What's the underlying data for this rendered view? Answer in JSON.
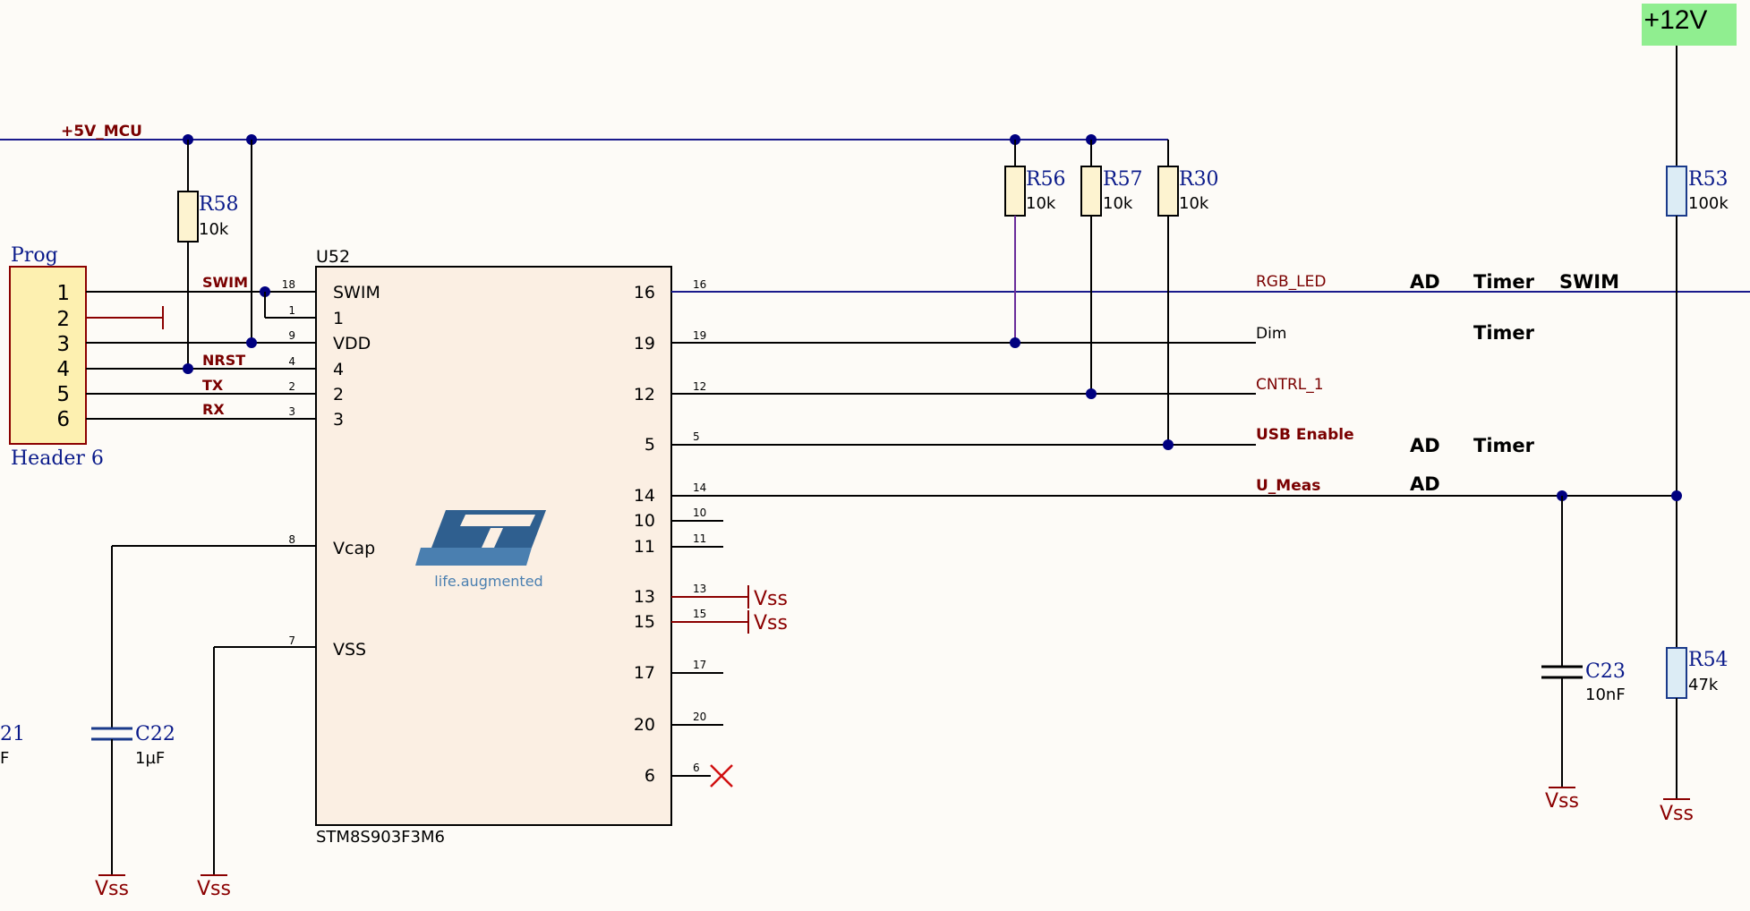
{
  "power": {
    "v12_label": "+12V",
    "mcu_rail_label": "+5V_MCU",
    "vss": "Vss"
  },
  "header": {
    "refdes": "Prog",
    "part": "Header 6",
    "pins": [
      "1",
      "2",
      "3",
      "4",
      "5",
      "6"
    ]
  },
  "nets": {
    "swim": "SWIM",
    "nrst": "NRST",
    "tx": "TX",
    "rx": "RX",
    "rgb_led": "RGB_LED",
    "dim": "Dim",
    "cntrl_1": "CNTRL_1",
    "usb_enable": "USB Enable",
    "u_meas": "U_Meas"
  },
  "annotations": {
    "ad": "AD",
    "timer": "Timer",
    "swim": "SWIM"
  },
  "resistors": [
    {
      "ref": "R58",
      "value": "10k"
    },
    {
      "ref": "R56",
      "value": "10k"
    },
    {
      "ref": "R57",
      "value": "10k"
    },
    {
      "ref": "R30",
      "value": "10k"
    },
    {
      "ref": "R53",
      "value": "100k"
    },
    {
      "ref": "R54",
      "value": "47k"
    }
  ],
  "capacitors": [
    {
      "ref": "C22",
      "value": "1µF"
    },
    {
      "ref": "C23",
      "value": "10nF"
    },
    {
      "ref": "21",
      "value": "F"
    }
  ],
  "mcu": {
    "refdes": "U52",
    "part": "STM8S903F3M6",
    "logo_text": "life.augmented",
    "left_pins": [
      {
        "num": "18",
        "name": "SWIM"
      },
      {
        "num": "1",
        "name": "1"
      },
      {
        "num": "9",
        "name": "VDD"
      },
      {
        "num": "4",
        "name": "4"
      },
      {
        "num": "2",
        "name": "2"
      },
      {
        "num": "3",
        "name": "3"
      },
      {
        "num": "8",
        "name": "Vcap"
      },
      {
        "num": "7",
        "name": "VSS"
      }
    ],
    "right_pins": [
      {
        "num": "16",
        "name": "16"
      },
      {
        "num": "19",
        "name": "19"
      },
      {
        "num": "12",
        "name": "12"
      },
      {
        "num": "5",
        "name": "5"
      },
      {
        "num": "14",
        "name": "14"
      },
      {
        "num": "10",
        "name": "10"
      },
      {
        "num": "11",
        "name": "11"
      },
      {
        "num": "13",
        "name": "13"
      },
      {
        "num": "15",
        "name": "15"
      },
      {
        "num": "17",
        "name": "17"
      },
      {
        "num": "20",
        "name": "20"
      },
      {
        "num": "6",
        "name": "6"
      }
    ]
  },
  "colors": {
    "background": "#fdfbf7",
    "power_flag": "#90ee90",
    "chip_fill": "#fbefe3",
    "header_fill": "#fdf0b0",
    "resistor_fill": "#fdf3d0",
    "resistor_blue_fill": "#dcecf5",
    "net_label": "#7a0000",
    "refdes": "#0a1a8a"
  }
}
